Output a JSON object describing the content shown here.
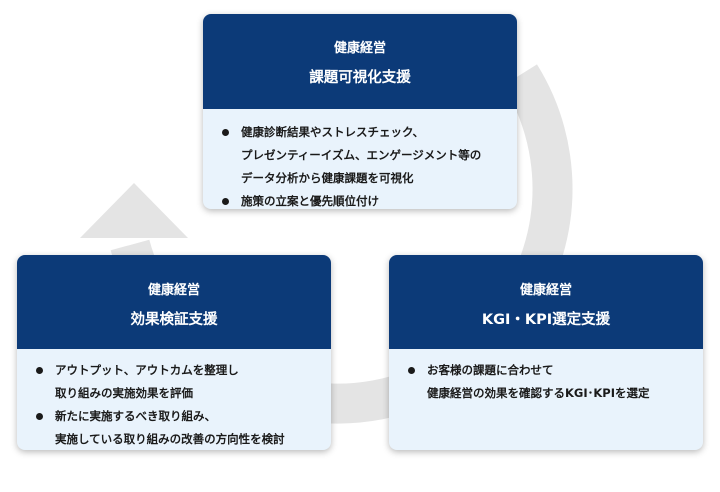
{
  "colors": {
    "header_bg": "#0c3a78",
    "body_bg": "#e9f3fc",
    "cycle_arrow": "#e4e4e4"
  },
  "cards": {
    "top": {
      "line1": "健康経営",
      "line2": "課題可視化支援",
      "bullets": [
        "健康診断結果やストレスチェック、",
        "プレゼンティーイズム、エンゲージメント等の",
        "データ分析から健康課題を可視化",
        "施策の立案と優先順位付け"
      ]
    },
    "right": {
      "line1": "健康経営",
      "line2": "KGI・KPI選定支援",
      "bullets": [
        "お客様の課題に合わせて",
        "健康経営の効果を確認するKGI･KPIを選定"
      ]
    },
    "left": {
      "line1": "健康経営",
      "line2": "効果検証支援",
      "bullets": [
        "アウトプット、アウトカムを整理し",
        "取り組みの実施効果を評価",
        "新たに実施するべき取り組み、",
        "実施している取り組みの改善の方向性を検討"
      ]
    }
  }
}
